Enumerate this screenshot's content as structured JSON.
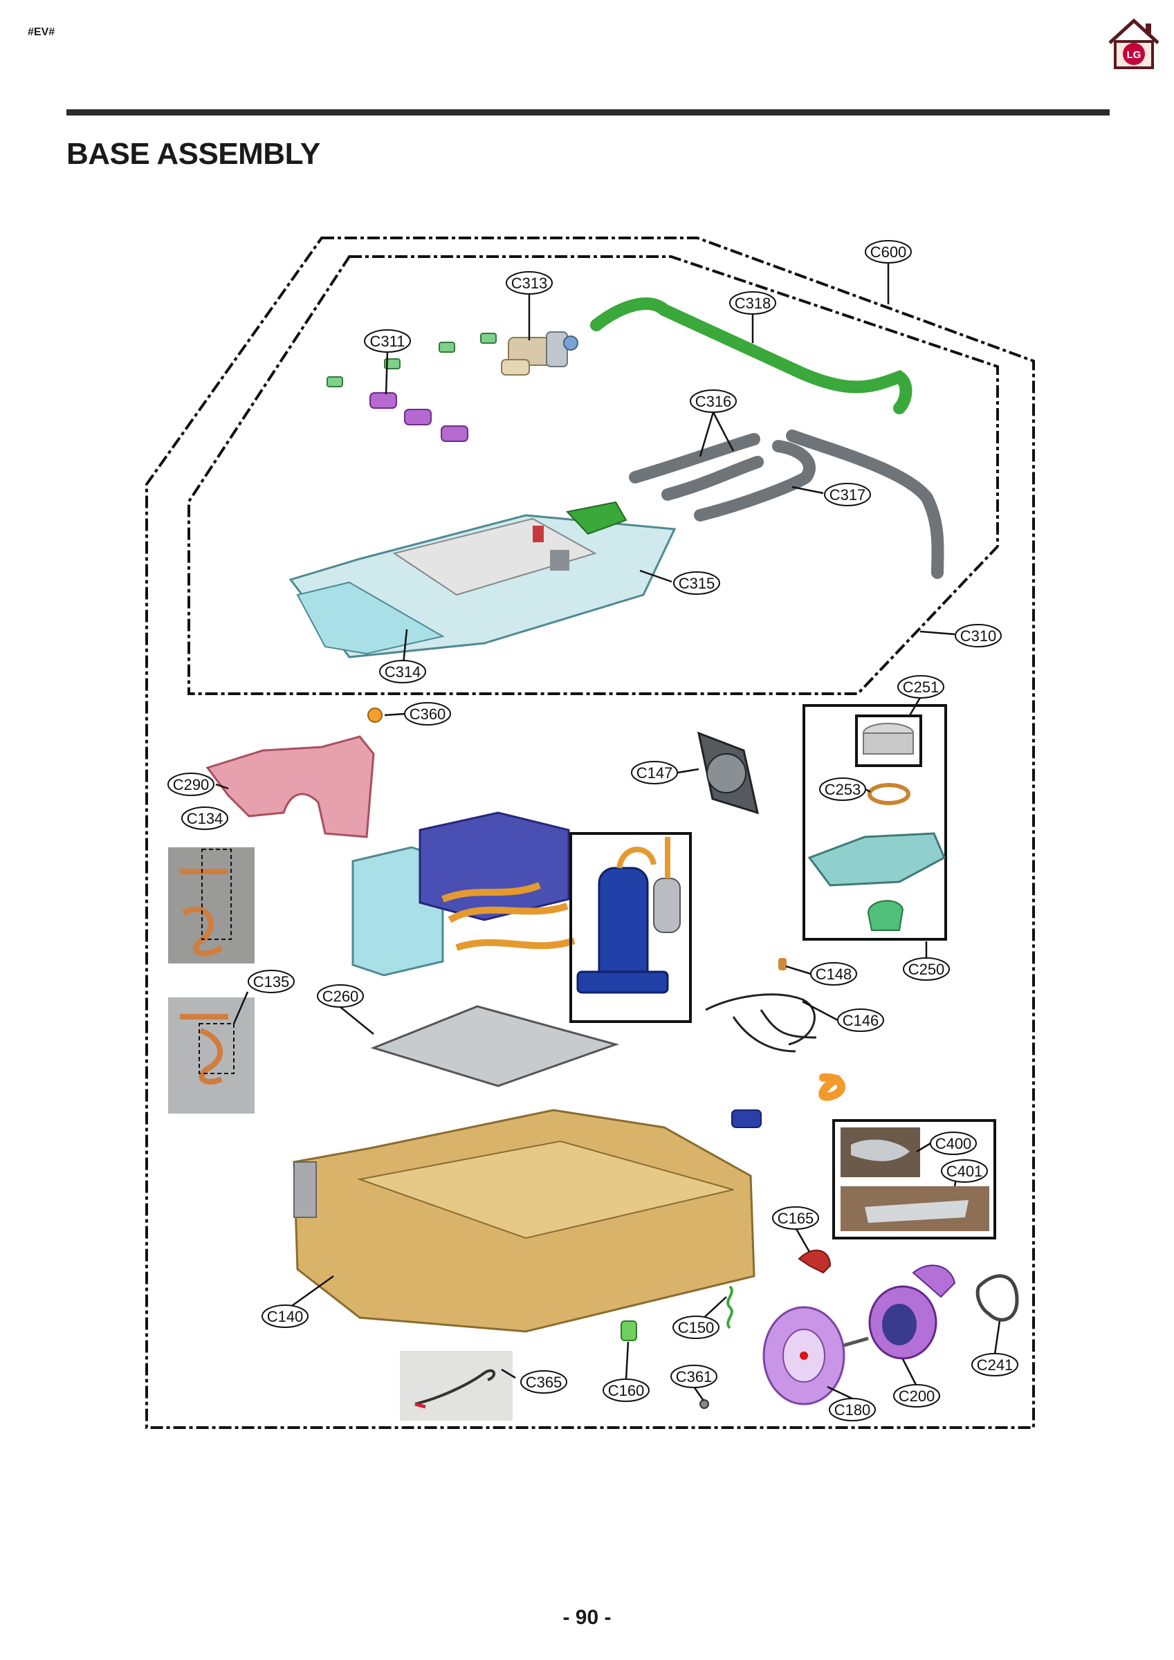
{
  "header": {
    "code": "#EV#",
    "logo_text": "LG"
  },
  "title": "BASE ASSEMBLY",
  "footer": {
    "page_number": "- 90 -"
  },
  "callouts": {
    "C600": "C600",
    "C313": "C313",
    "C318": "C318",
    "C311": "C311",
    "C316": "C316",
    "C317": "C317",
    "C315": "C315",
    "C310": "C310",
    "C314": "C314",
    "C251": "C251",
    "C360": "C360",
    "C147": "C147",
    "C253": "C253",
    "C290": "C290",
    "C134": "C134",
    "C148": "C148",
    "C250": "C250",
    "C135": "C135",
    "C260": "C260",
    "C146": "C146",
    "C400": "C400",
    "C401": "C401",
    "C165": "C165",
    "C140": "C140",
    "C150": "C150",
    "C241": "C241",
    "C365": "C365",
    "C361": "C361",
    "C160": "C160",
    "C200": "C200",
    "C180": "C180"
  },
  "colors": {
    "frame": "#111111",
    "hose_green": "#3aa83a",
    "hose_grey": "#6f7478",
    "valve_purple": "#b56ad0",
    "tray_cyan": "#a9dfe6",
    "duct_pink": "#e7a0ad",
    "compressor_blue": "#2140a8",
    "copper": "#e59a2f",
    "base_tan": "#d9b36a",
    "fan_violet": "#c995e6"
  }
}
